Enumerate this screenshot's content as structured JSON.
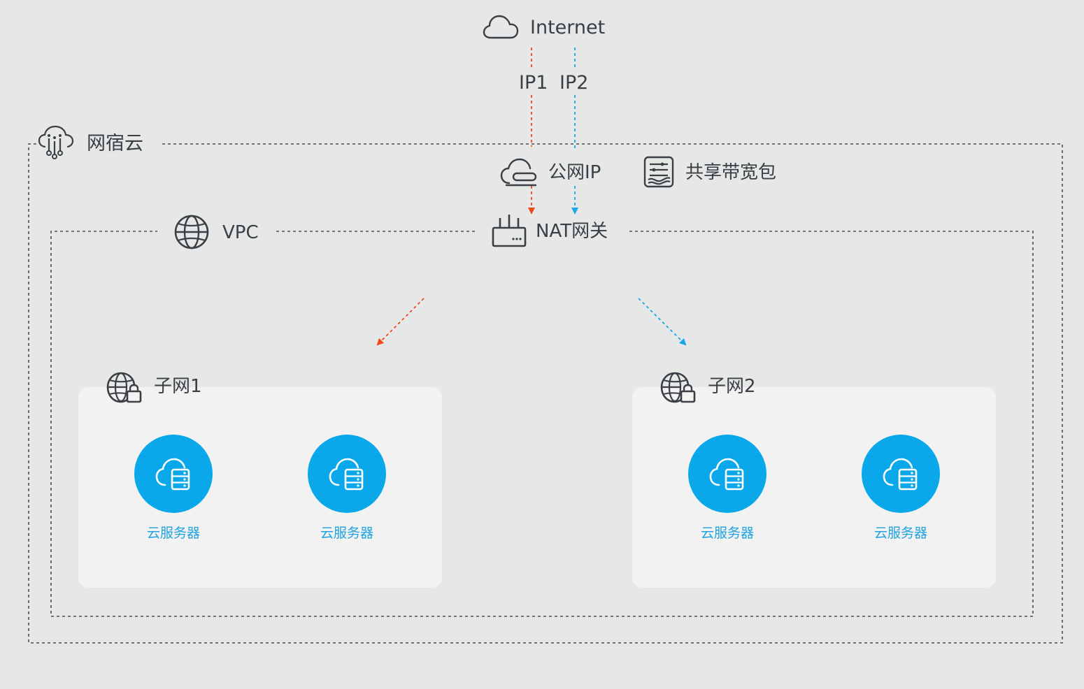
{
  "internet": {
    "label": "Internet",
    "icon": "cloud-icon"
  },
  "links": {
    "ip1_label": "IP1",
    "ip2_label": "IP2",
    "ip1_color": "#f04a1a",
    "ip2_color": "#1aa6e8"
  },
  "cloud_provider": {
    "label": "网宿云",
    "icon": "wangsu-cloud-icon"
  },
  "public_ip": {
    "label": "公网IP",
    "icon": "public-ip-icon"
  },
  "shared_bandwidth": {
    "label": "共享带宽包",
    "icon": "bandwidth-package-icon"
  },
  "vpc": {
    "label": "VPC",
    "icon": "globe-icon"
  },
  "nat_gateway": {
    "label": "NAT网关",
    "icon": "router-icon"
  },
  "subnets": [
    {
      "label": "子网1",
      "icon": "globe-lock-icon",
      "servers": [
        {
          "label": "云服务器"
        },
        {
          "label": "云服务器"
        }
      ]
    },
    {
      "label": "子网2",
      "icon": "globe-lock-icon",
      "servers": [
        {
          "label": "云服务器"
        },
        {
          "label": "云服务器"
        }
      ]
    }
  ],
  "colors": {
    "background": "#e6e7e7",
    "card": "#f2f2f2",
    "server_fill": "#0aa8ea",
    "server_text": "#1fa3e0",
    "border": "#4a4d52"
  }
}
